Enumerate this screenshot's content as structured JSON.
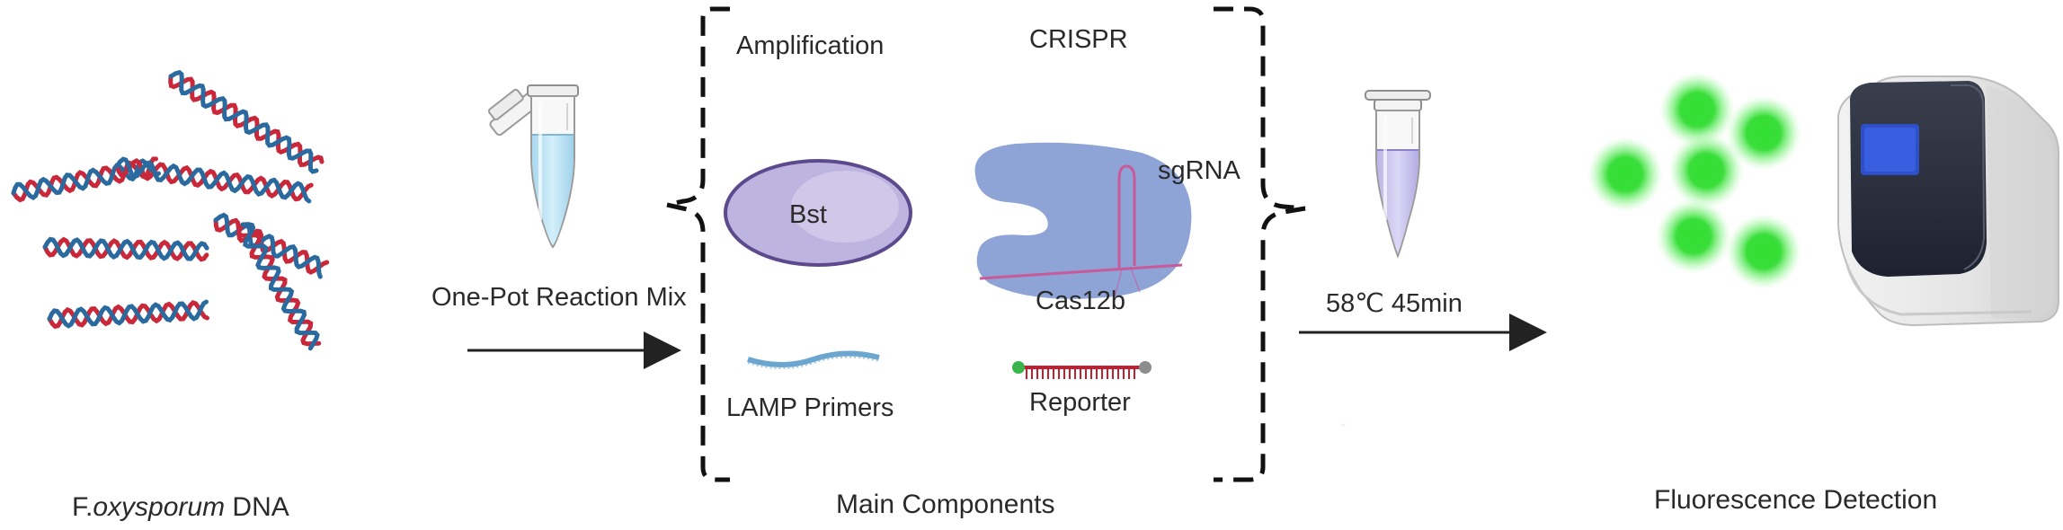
{
  "captions": {
    "dna_prefix": "F.",
    "dna_species": "oxysporum",
    "dna_suffix": " DNA",
    "main_components": "Main Components",
    "fluorescence": "Fluorescence Detection"
  },
  "labels": {
    "reaction_mix": "One-Pot Reaction Mix",
    "amplification": "Amplification",
    "crispr": "CRISPR",
    "bst": "Bst",
    "sgrna": "sgRNA",
    "cas12b": "Cas12b",
    "lamp_primers": "LAMP Primers",
    "reporter": "Reporter",
    "conditions": "58℃  45min"
  },
  "colors": {
    "dna_red": "#c8283a",
    "dna_blue": "#2b6a9e",
    "tube_liquid_blue": "#bfe3f3",
    "tube_liquid_lavender": "#cbc6ee",
    "bst_fill": "#bdb4df",
    "bst_stroke": "#5d4a8e",
    "cas_fill": "#8ea3d6",
    "sgrna_pink": "#c85a9a",
    "reporter_green": "#3ab54a",
    "reporter_gray": "#8c8c8c",
    "reporter_red": "#c02030",
    "glow_green": "#2ee02e",
    "machine_dark": "#2a2f3d",
    "machine_screen": "#2f4fc8",
    "arrow": "#222222"
  },
  "icons": [
    "dna-helix-icon",
    "microcentrifuge-tube-icon",
    "bst-polymerase-icon",
    "cas12b-protein-icon",
    "lamp-primer-icon",
    "reporter-probe-icon",
    "fluorescence-signal-icon",
    "detection-instrument-icon",
    "arrow-right-icon",
    "bracket-icon"
  ]
}
